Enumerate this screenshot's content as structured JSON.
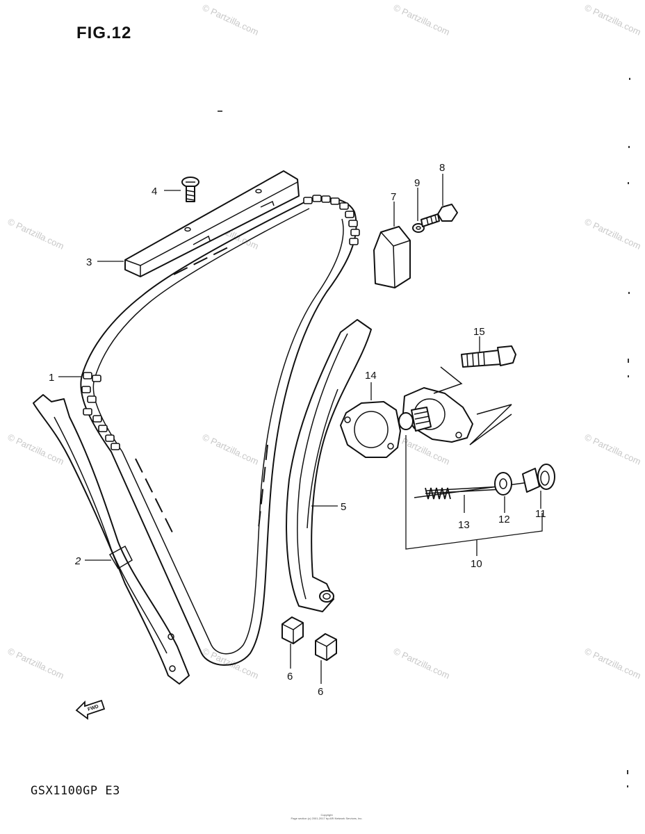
{
  "figure": {
    "title": "FIG.12",
    "model": "GSX1100GP  E3"
  },
  "watermark": {
    "text": "© Partzilla.com"
  },
  "copyright": {
    "line1": "Copyright",
    "line2": "Page section (c) 2001-2017 by ARI Network Services, Inc."
  },
  "callouts": [
    {
      "id": "c1",
      "label": "1"
    },
    {
      "id": "c2",
      "label": "2"
    },
    {
      "id": "c3",
      "label": "3"
    },
    {
      "id": "c4",
      "label": "4"
    },
    {
      "id": "c5",
      "label": "5"
    },
    {
      "id": "c6a",
      "label": "6"
    },
    {
      "id": "c6b",
      "label": "6"
    },
    {
      "id": "c7",
      "label": "7"
    },
    {
      "id": "c8",
      "label": "8"
    },
    {
      "id": "c9",
      "label": "9"
    },
    {
      "id": "c10",
      "label": "10"
    },
    {
      "id": "c11",
      "label": "11"
    },
    {
      "id": "c12",
      "label": "12"
    },
    {
      "id": "c13",
      "label": "13"
    },
    {
      "id": "c14",
      "label": "14"
    },
    {
      "id": "c15",
      "label": "15"
    }
  ],
  "fwd_label": "FWD"
}
